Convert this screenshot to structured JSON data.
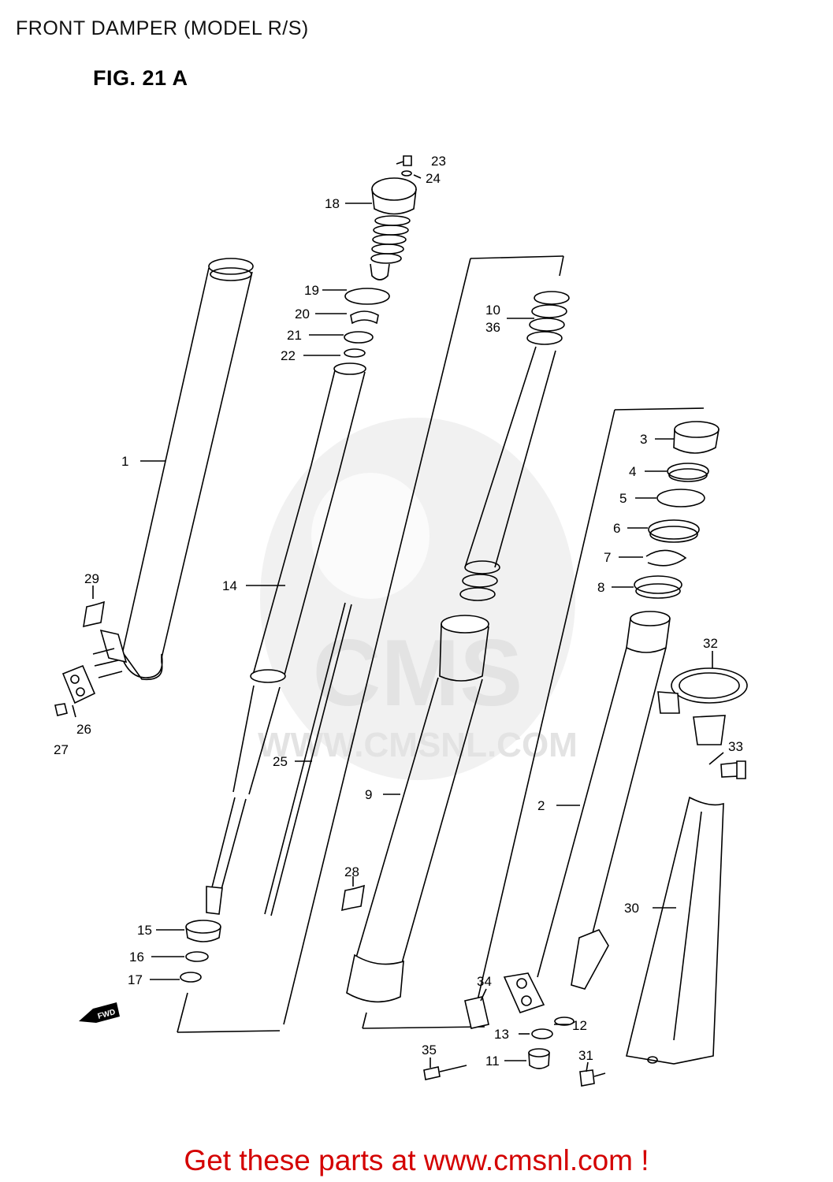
{
  "page_title": "FRONT DAMPER (MODEL R/S)",
  "figure_label": "FIG. 21 A",
  "watermark": {
    "brand": "CMS",
    "url": "WWW.CMSNL.COM"
  },
  "fwd_label": "FWD",
  "callouts": {
    "c1": "1",
    "c2": "2",
    "c3": "3",
    "c4": "4",
    "c5": "5",
    "c6": "6",
    "c7": "7",
    "c8": "8",
    "c9": "9",
    "c10": "10",
    "c36": "36",
    "c11": "11",
    "c12": "12",
    "c13": "13",
    "c14": "14",
    "c15": "15",
    "c16": "16",
    "c17": "17",
    "c18": "18",
    "c19": "19",
    "c20": "20",
    "c21": "21",
    "c22": "22",
    "c23": "23",
    "c24": "24",
    "c25": "25",
    "c26": "26",
    "c27": "27",
    "c28": "28",
    "c29": "29",
    "c30": "30",
    "c31": "31",
    "c32": "32",
    "c33": "33",
    "c34": "34",
    "c35": "35"
  },
  "footer_link_text": "Get these parts at www.cmsnl.com !",
  "colors": {
    "link": "#d40000",
    "watermark": "#e6e6e6",
    "line": "#000000"
  }
}
